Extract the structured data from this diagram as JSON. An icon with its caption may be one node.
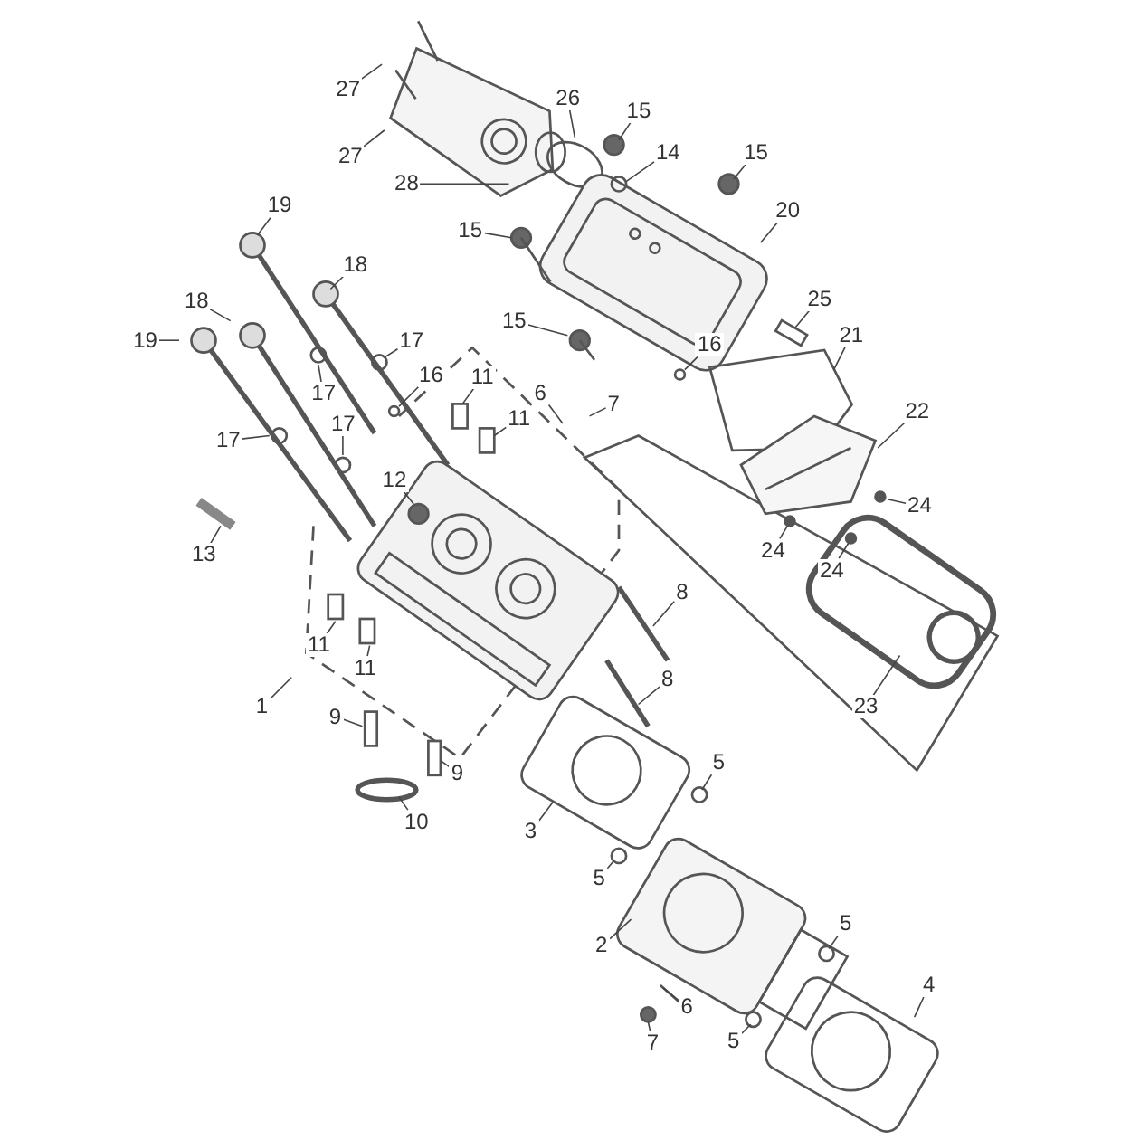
{
  "diagram": {
    "nodes": [
      {
        "text": [
          "27"
        ]
      },
      {
        "text": [
          "27"
        ]
      },
      {
        "text": [
          "28"
        ]
      },
      {
        "text": [
          "26"
        ]
      },
      {
        "text": [
          "15"
        ]
      },
      {
        "text": [
          "14"
        ]
      },
      {
        "text": [
          "15"
        ]
      },
      {
        "text": [
          "20"
        ]
      },
      {
        "text": [
          "15"
        ]
      },
      {
        "text": [
          "19"
        ]
      },
      {
        "text": [
          "18"
        ]
      },
      {
        "text": [
          "18"
        ]
      },
      {
        "text": [
          "19"
        ]
      },
      {
        "text": [
          "17"
        ]
      },
      {
        "text": [
          "17"
        ]
      },
      {
        "text": [
          "16"
        ]
      },
      {
        "text": [
          "11"
        ]
      },
      {
        "text": [
          "11"
        ]
      },
      {
        "text": [
          "6"
        ]
      },
      {
        "text": [
          "7"
        ]
      },
      {
        "text": [
          "15"
        ]
      },
      {
        "text": [
          "16"
        ]
      },
      {
        "text": [
          "25"
        ]
      },
      {
        "text": [
          "21"
        ]
      },
      {
        "text": [
          "17"
        ]
      },
      {
        "text": [
          "17"
        ]
      },
      {
        "text": [
          "12"
        ]
      },
      {
        "text": [
          "13"
        ]
      },
      {
        "text": [
          "22"
        ]
      },
      {
        "text": [
          "24"
        ]
      },
      {
        "text": [
          "24"
        ]
      },
      {
        "text": [
          "24"
        ]
      },
      {
        "text": [
          "23"
        ]
      },
      {
        "text": [
          "8"
        ]
      },
      {
        "text": [
          "8"
        ]
      },
      {
        "text": [
          "11"
        ]
      },
      {
        "text": [
          "11"
        ]
      },
      {
        "text": [
          "1"
        ]
      },
      {
        "text": [
          "9"
        ]
      },
      {
        "text": [
          "9"
        ]
      },
      {
        "text": [
          "10"
        ]
      },
      {
        "text": [
          "3"
        ]
      },
      {
        "text": [
          "5"
        ]
      },
      {
        "text": [
          "5"
        ]
      },
      {
        "text": [
          "2"
        ]
      },
      {
        "text": [
          "6"
        ]
      },
      {
        "text": [
          "7"
        ]
      },
      {
        "text": [
          "5"
        ]
      },
      {
        "text": [
          "5"
        ]
      },
      {
        "text": [
          "4"
        ]
      }
    ],
    "edges": [
      {
        "from": 0,
        "to": null,
        "arrow": "none"
      },
      {
        "from": 1,
        "to": null,
        "arrow": "none"
      },
      {
        "from": 2,
        "to": null,
        "arrow": "none"
      },
      {
        "from": 3,
        "to": null,
        "arrow": "none"
      },
      {
        "from": 4,
        "to": null,
        "arrow": "none"
      },
      {
        "from": 5,
        "to": null,
        "arrow": "none"
      },
      {
        "from": 6,
        "to": null,
        "arrow": "none"
      },
      {
        "from": 7,
        "to": null,
        "arrow": "none"
      },
      {
        "from": 8,
        "to": null,
        "arrow": "none"
      },
      {
        "from": 9,
        "to": null,
        "arrow": "none"
      },
      {
        "from": 10,
        "to": null,
        "arrow": "none"
      },
      {
        "from": 11,
        "to": null,
        "arrow": "none"
      },
      {
        "from": 12,
        "to": null,
        "arrow": "none"
      },
      {
        "from": 13,
        "to": null,
        "arrow": "none"
      },
      {
        "from": 14,
        "to": null,
        "arrow": "none"
      },
      {
        "from": 15,
        "to": null,
        "arrow": "none"
      },
      {
        "from": 16,
        "to": null,
        "arrow": "none"
      },
      {
        "from": 17,
        "to": null,
        "arrow": "none"
      },
      {
        "from": 18,
        "to": null,
        "arrow": "none"
      },
      {
        "from": 19,
        "to": null,
        "arrow": "none"
      },
      {
        "from": 20,
        "to": null,
        "arrow": "none"
      },
      {
        "from": 21,
        "to": null,
        "arrow": "none"
      },
      {
        "from": 22,
        "to": null,
        "arrow": "none"
      },
      {
        "from": 23,
        "to": null,
        "arrow": "none"
      },
      {
        "from": 24,
        "to": null,
        "arrow": "none"
      },
      {
        "from": 25,
        "to": null,
        "arrow": "none"
      },
      {
        "from": 26,
        "to": null,
        "arrow": "none"
      },
      {
        "from": 27,
        "to": null,
        "arrow": "none"
      },
      {
        "from": 28,
        "to": null,
        "arrow": "none"
      },
      {
        "from": 29,
        "to": null,
        "arrow": "none"
      },
      {
        "from": 30,
        "to": null,
        "arrow": "none"
      },
      {
        "from": 31,
        "to": null,
        "arrow": "none"
      },
      {
        "from": 32,
        "to": null,
        "arrow": "none"
      },
      {
        "from": 33,
        "to": null,
        "arrow": "none"
      },
      {
        "from": 34,
        "to": null,
        "arrow": "none"
      },
      {
        "from": 35,
        "to": null,
        "arrow": "none"
      },
      {
        "from": 36,
        "to": null,
        "arrow": "none"
      },
      {
        "from": 37,
        "to": null,
        "arrow": "none"
      },
      {
        "from": 38,
        "to": null,
        "arrow": "none"
      },
      {
        "from": 39,
        "to": null,
        "arrow": "none"
      },
      {
        "from": 40,
        "to": null,
        "arrow": "none"
      },
      {
        "from": 41,
        "to": null,
        "arrow": "none"
      },
      {
        "from": 42,
        "to": null,
        "arrow": "none"
      },
      {
        "from": 43,
        "to": null,
        "arrow": "none"
      },
      {
        "from": 44,
        "to": null,
        "arrow": "none"
      },
      {
        "from": 45,
        "to": null,
        "arrow": "none"
      },
      {
        "from": 46,
        "to": null,
        "arrow": "none"
      },
      {
        "from": 47,
        "to": null,
        "arrow": "none"
      },
      {
        "from": 48,
        "to": null,
        "arrow": "none"
      },
      {
        "from": 49,
        "to": null,
        "arrow": "none"
      }
    ]
  }
}
